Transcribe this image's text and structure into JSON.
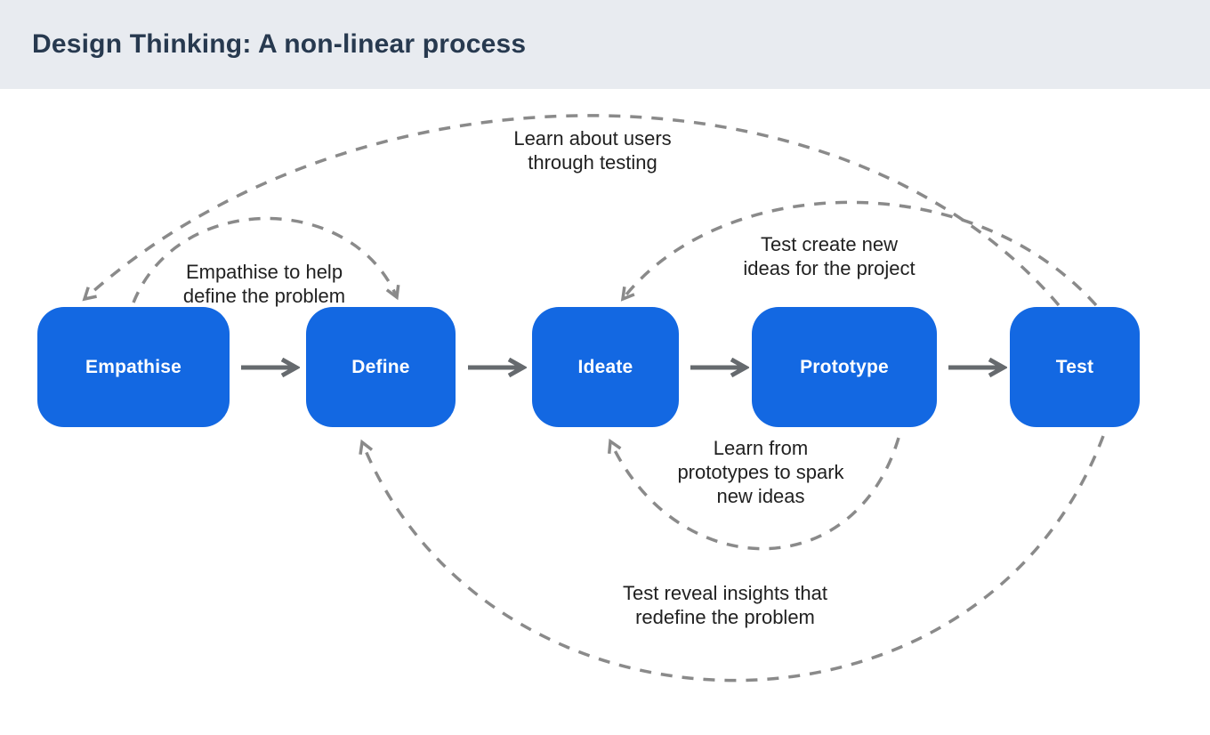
{
  "header": {
    "title": "Design Thinking: A non-linear process"
  },
  "diagram": {
    "stages": [
      {
        "label": "Empathise"
      },
      {
        "label": "Define"
      },
      {
        "label": "Ideate"
      },
      {
        "label": "Prototype"
      },
      {
        "label": "Test"
      }
    ],
    "annotations": [
      {
        "name": "learn-about-users",
        "lines": [
          "Learn about users",
          "through testing"
        ]
      },
      {
        "name": "empathise-define",
        "lines": [
          "Empathise to help",
          "define the problem"
        ]
      },
      {
        "name": "test-create-ideas",
        "lines": [
          "Test create new",
          "ideas for the project"
        ]
      },
      {
        "name": "learn-from-prototypes",
        "lines": [
          "Learn from",
          "prototypes to spark",
          "new ideas"
        ]
      },
      {
        "name": "test-reveal-insights",
        "lines": [
          "Test reveal insights that",
          "redefine the problem"
        ]
      }
    ],
    "colors": {
      "header_bg": "#E8EBF0",
      "title_text": "#27394F",
      "canvas_bg": "#FFFFFF",
      "stage_fill": "#1368E2",
      "stage_text": "#FFFFFF",
      "flow_arrow": "#666A6E",
      "loop_arrow": "#8A8A8A",
      "annotation_text": "#212121"
    }
  }
}
